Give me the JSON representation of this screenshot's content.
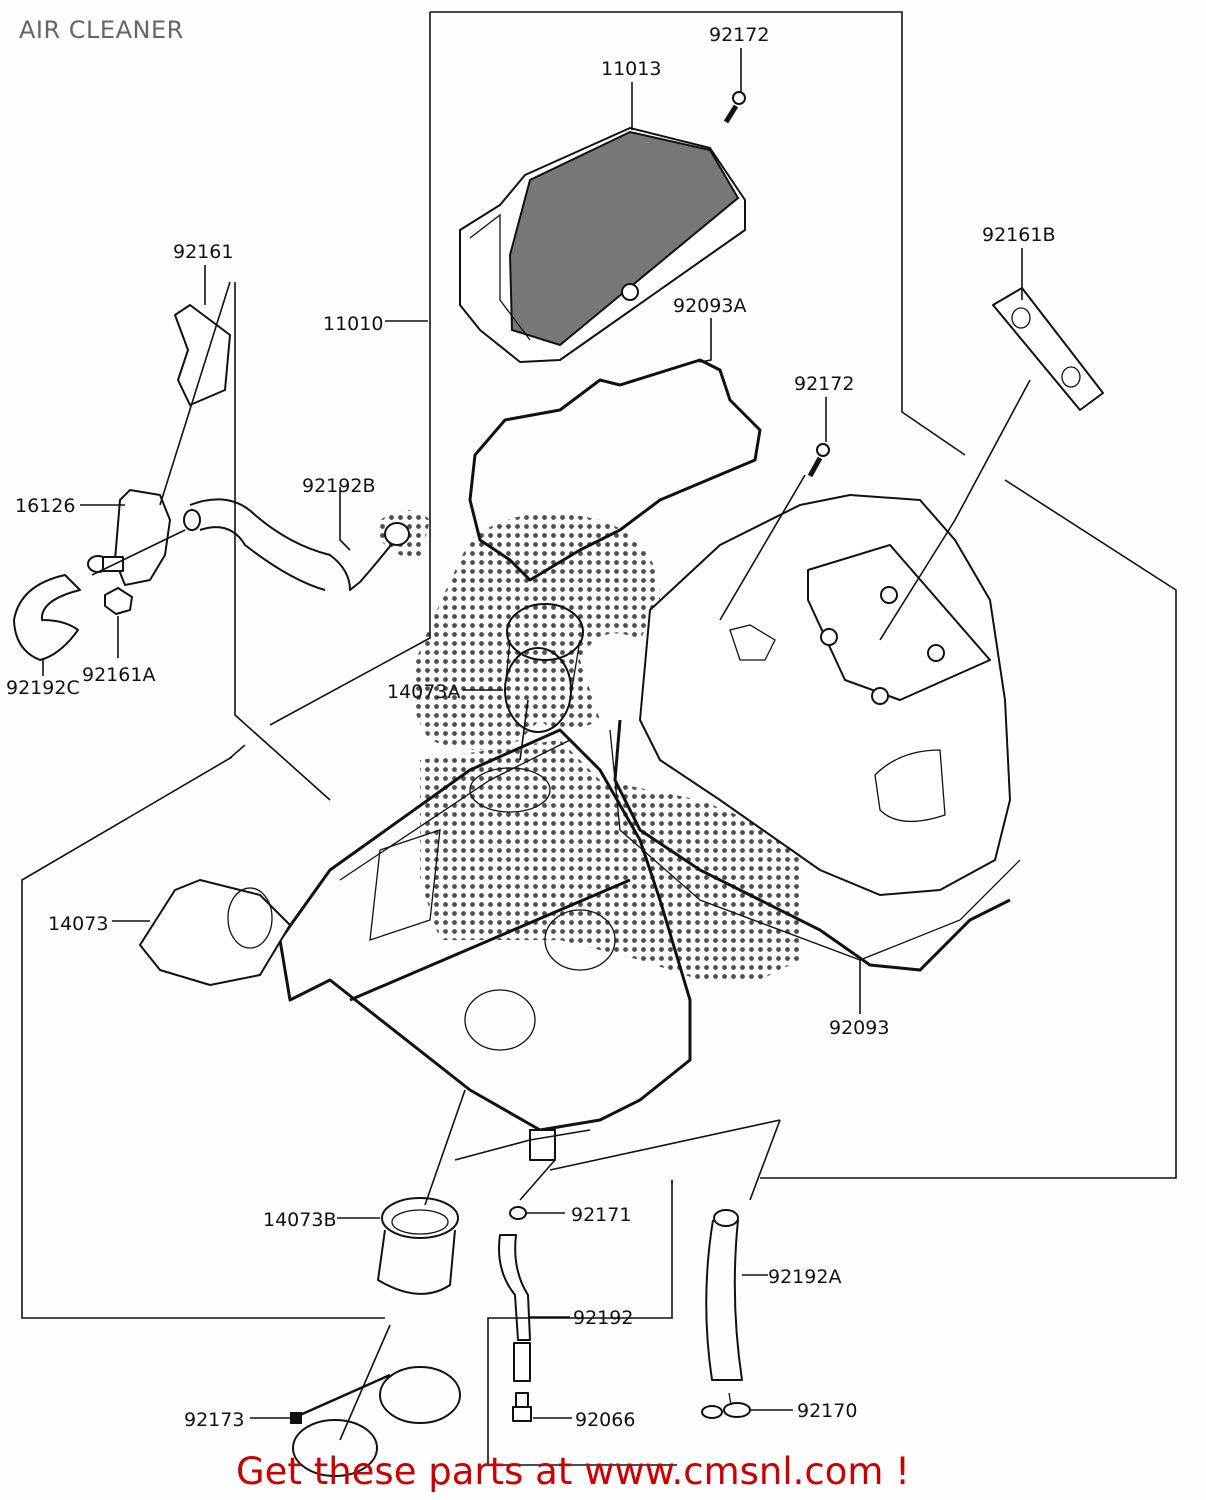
{
  "page": {
    "title": "AIR CLEANER",
    "promo_text": "Get these parts at www.cmsnl.com !",
    "promo_color": "#cc0000",
    "title_color": "#666666"
  },
  "callouts": [
    {
      "id": "c-92172-top",
      "label": "92172",
      "part": "bolt"
    },
    {
      "id": "c-11013",
      "label": "11013",
      "part": "air-filter-element"
    },
    {
      "id": "c-92161",
      "label": "92161",
      "part": "damper-bracket"
    },
    {
      "id": "c-11010",
      "label": "11010",
      "part": "air-cleaner-housing-assembly"
    },
    {
      "id": "c-92093A",
      "label": "92093A",
      "part": "seal-gasket-upper"
    },
    {
      "id": "c-92161B",
      "label": "92161B",
      "part": "damper-plate"
    },
    {
      "id": "c-92172-mid",
      "label": "92172",
      "part": "bolt"
    },
    {
      "id": "c-16126",
      "label": "16126",
      "part": "valve"
    },
    {
      "id": "c-92192B",
      "label": "92192B",
      "part": "hose"
    },
    {
      "id": "c-92161A",
      "label": "92161A",
      "part": "damper"
    },
    {
      "id": "c-92192C",
      "label": "92192C",
      "part": "hose"
    },
    {
      "id": "c-14073A",
      "label": "14073A",
      "part": "duct-funnel"
    },
    {
      "id": "c-14073",
      "label": "14073",
      "part": "duct"
    },
    {
      "id": "c-92093",
      "label": "92093",
      "part": "seal-gasket-lower"
    },
    {
      "id": "c-14073B",
      "label": "14073B",
      "part": "duct-funnel"
    },
    {
      "id": "c-92171",
      "label": "92171",
      "part": "clamp"
    },
    {
      "id": "c-92192A",
      "label": "92192A",
      "part": "drain-hose"
    },
    {
      "id": "c-92192",
      "label": "92192",
      "part": "hose"
    },
    {
      "id": "c-92173",
      "label": "92173",
      "part": "band-clamp"
    },
    {
      "id": "c-92066",
      "label": "92066",
      "part": "plug"
    },
    {
      "id": "c-92170",
      "label": "92170",
      "part": "clip"
    }
  ]
}
